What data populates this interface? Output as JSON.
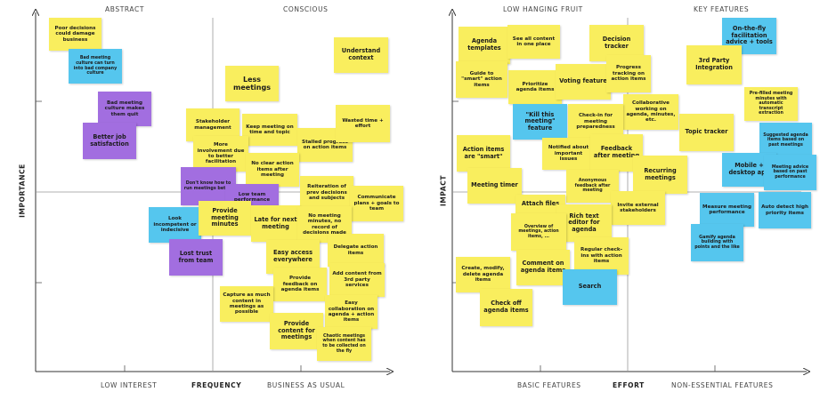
{
  "left": {
    "top_left": "ABSTRACT",
    "top_right": "CONSCIOUS",
    "bottom_left": "LOW INTEREST",
    "bottom_center": "FREQUENCY",
    "bottom_right": "BUSINESS AS USUAL",
    "y_axis": "IMPORTANCE",
    "notes": [
      {
        "text": "Poor decisions could damage business",
        "color": "yellow"
      },
      {
        "text": "Bad meeting culture can turn into bad company culture",
        "color": "blue"
      },
      {
        "text": "Understand context",
        "color": "yellow"
      },
      {
        "text": "Less meetings",
        "color": "yellow"
      },
      {
        "text": "Bad meeting culture makes them quit",
        "color": "purple"
      },
      {
        "text": "Better job satisfaction",
        "color": "purple"
      },
      {
        "text": "Stakeholder management",
        "color": "yellow"
      },
      {
        "text": "Keep meeting on time and topic",
        "color": "yellow"
      },
      {
        "text": "Stalled progress on action items",
        "color": "yellow"
      },
      {
        "text": "Wasted time + effort",
        "color": "yellow"
      },
      {
        "text": "More involvement due to better facilitation",
        "color": "yellow"
      },
      {
        "text": "No clear action items after meeting",
        "color": "yellow"
      },
      {
        "text": "Don't know how to run meetings better",
        "color": "purple"
      },
      {
        "text": "Low team performance",
        "color": "purple"
      },
      {
        "text": "Reiteration of prev decisions and subjects",
        "color": "yellow"
      },
      {
        "text": "Communicate plans + goals to team",
        "color": "yellow"
      },
      {
        "text": "Look incompetent or indecisive",
        "color": "blue"
      },
      {
        "text": "Provide meeting minutes",
        "color": "yellow"
      },
      {
        "text": "Late for next meeting",
        "color": "yellow"
      },
      {
        "text": "No meeting minutes, no record of decisions made",
        "color": "yellow"
      },
      {
        "text": "Lost trust from team",
        "color": "purple"
      },
      {
        "text": "Easy access everywhere",
        "color": "yellow"
      },
      {
        "text": "Delegate action items",
        "color": "yellow"
      },
      {
        "text": "Add content from 3rd party services",
        "color": "yellow"
      },
      {
        "text": "Provide feedback on agenda items",
        "color": "yellow"
      },
      {
        "text": "Capture as much content in meetings as possible",
        "color": "yellow"
      },
      {
        "text": "Easy collaboration on agenda + action items",
        "color": "yellow"
      },
      {
        "text": "Provide content for meetings",
        "color": "yellow"
      },
      {
        "text": "Chaotic meetings when content has to be collected on the fly",
        "color": "yellow"
      }
    ]
  },
  "right": {
    "top_left": "LOW HANGING FRUIT",
    "top_right": "KEY FEATURES",
    "bottom_left": "BASIC FEATURES",
    "bottom_center": "EFFORT",
    "bottom_right": "NON-ESSENTIAL FEATURES",
    "y_axis": "IMPACT",
    "notes": [
      {
        "text": "Agenda templates",
        "color": "yellow"
      },
      {
        "text": "See all content in one place",
        "color": "yellow"
      },
      {
        "text": "Decision tracker",
        "color": "yellow"
      },
      {
        "text": "On-the-fly facilitation advice + tools",
        "color": "blue"
      },
      {
        "text": "Guide to \"smart\" action items",
        "color": "yellow"
      },
      {
        "text": "Prioritize agenda items",
        "color": "yellow"
      },
      {
        "text": "Voting feature",
        "color": "yellow"
      },
      {
        "text": "Progress tracking on action items",
        "color": "yellow"
      },
      {
        "text": "3rd Party Integration",
        "color": "yellow"
      },
      {
        "text": "Pre-filled meeting minutes with automatic transcript extraction",
        "color": "yellow"
      },
      {
        "text": "Collaborative working on agenda, minutes, etc.",
        "color": "yellow"
      },
      {
        "text": "\"Kill this meeting\" feature",
        "color": "blue"
      },
      {
        "text": "Check-in for meeting preparedness",
        "color": "yellow"
      },
      {
        "text": "Topic tracker",
        "color": "yellow"
      },
      {
        "text": "Suggested agenda items based on past meetings",
        "color": "blue"
      },
      {
        "text": "Action items are \"smart\"",
        "color": "yellow"
      },
      {
        "text": "Notified about important issues",
        "color": "yellow"
      },
      {
        "text": "Feedback after meeting",
        "color": "yellow"
      },
      {
        "text": "Recurring meetings",
        "color": "yellow"
      },
      {
        "text": "Mobile + desktop app",
        "color": "blue"
      },
      {
        "text": "Meeting advice based on past performance",
        "color": "blue"
      },
      {
        "text": "Meeting timer",
        "color": "yellow"
      },
      {
        "text": "Anonymous feedback after meeting",
        "color": "yellow"
      },
      {
        "text": "Attach files",
        "color": "yellow"
      },
      {
        "text": "Invite external stakeholders",
        "color": "yellow"
      },
      {
        "text": "Measure meeting performance",
        "color": "blue"
      },
      {
        "text": "Auto detect high priority items",
        "color": "blue"
      },
      {
        "text": "Rich text editor for agenda",
        "color": "yellow"
      },
      {
        "text": "Overview of meetings, action items, ...",
        "color": "yellow"
      },
      {
        "text": "Gamify agenda building with points and the like",
        "color": "blue"
      },
      {
        "text": "Regular check-ins with action items",
        "color": "yellow"
      },
      {
        "text": "Create, modify, delete agenda items",
        "color": "yellow"
      },
      {
        "text": "Comment on agenda items",
        "color": "yellow"
      },
      {
        "text": "Search",
        "color": "blue"
      },
      {
        "text": "Check off agenda items",
        "color": "yellow"
      }
    ]
  }
}
